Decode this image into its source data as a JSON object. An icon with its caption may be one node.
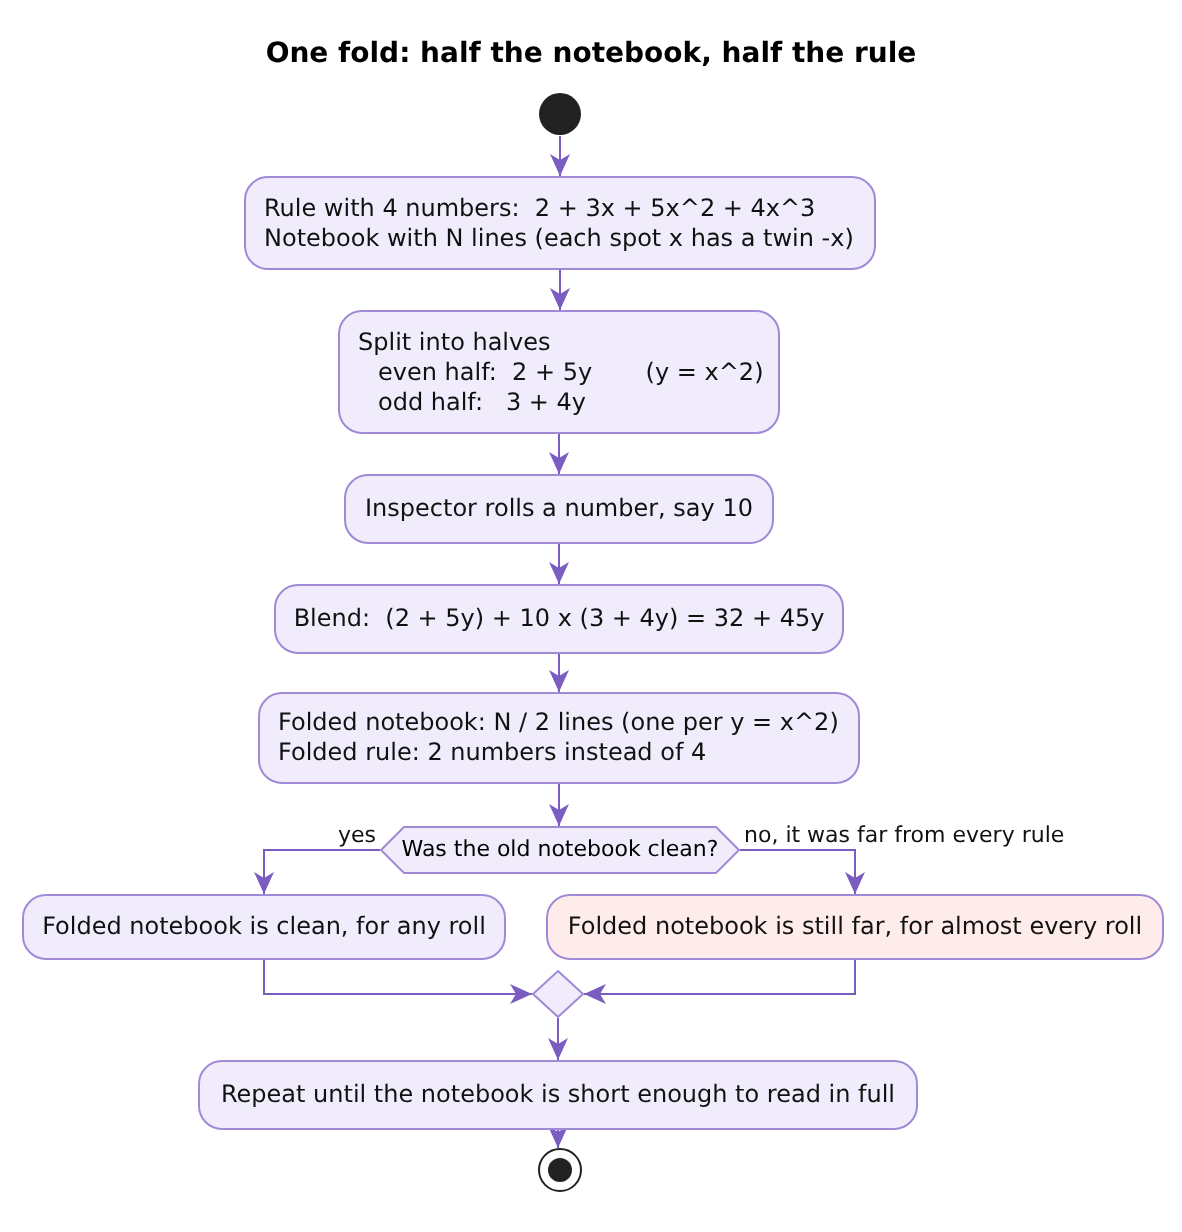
{
  "diagram": {
    "title": "One fold: half the notebook, half the rule",
    "nodes": [
      {
        "text": [],
        "shape": "circle"
      },
      {
        "text": [
          "Rule with 4 numbers:  2 + 3x + 5x^2 + 4x^3",
          "Notebook with N lines (each spot x has a twin -x)"
        ]
      },
      {
        "text": [
          "Split into halves",
          "even half:  2 + 5y       (y = x^2)",
          "odd half:   3 + 4y"
        ]
      },
      {
        "text": [
          "Inspector rolls a number, say 10"
        ]
      },
      {
        "text": [
          "Blend:  (2 + 5y) + 10 x (3 + 4y) = 32 + 45y"
        ]
      },
      {
        "text": [
          "Folded notebook: N / 2 lines (one per y = x^2)",
          "Folded rule: 2 numbers instead of 4"
        ]
      },
      {
        "text": [
          "Was the old notebook clean?"
        ]
      },
      {
        "text": [
          "Folded notebook is clean, for any roll"
        ]
      },
      {
        "text": [
          "Folded notebook is still far, for almost every roll"
        ]
      },
      {
        "text": [],
        "shape": "diamond"
      },
      {
        "text": [
          "Repeat until the notebook is short enough to read in full"
        ]
      },
      {
        "text": [],
        "shape": "circle"
      }
    ],
    "edges": [
      {
        "from": 0,
        "to": 1,
        "arrow": "to"
      },
      {
        "from": 1,
        "to": 2,
        "arrow": "to"
      },
      {
        "from": 2,
        "to": 3,
        "arrow": "to"
      },
      {
        "from": 3,
        "to": 4,
        "arrow": "to"
      },
      {
        "from": 4,
        "to": 5,
        "arrow": "to"
      },
      {
        "from": 5,
        "to": 6,
        "arrow": "to"
      },
      {
        "from": 6,
        "to": 7,
        "arrow": "to",
        "label": "yes"
      },
      {
        "from": 6,
        "to": 8,
        "arrow": "to",
        "label": "no, it was far from every rule"
      },
      {
        "from": 7,
        "to": 9,
        "arrow": "to"
      },
      {
        "from": 8,
        "to": 9,
        "arrow": "to"
      },
      {
        "from": 9,
        "to": 10,
        "arrow": "to"
      },
      {
        "from": 10,
        "to": 11,
        "arrow": "to"
      }
    ]
  }
}
